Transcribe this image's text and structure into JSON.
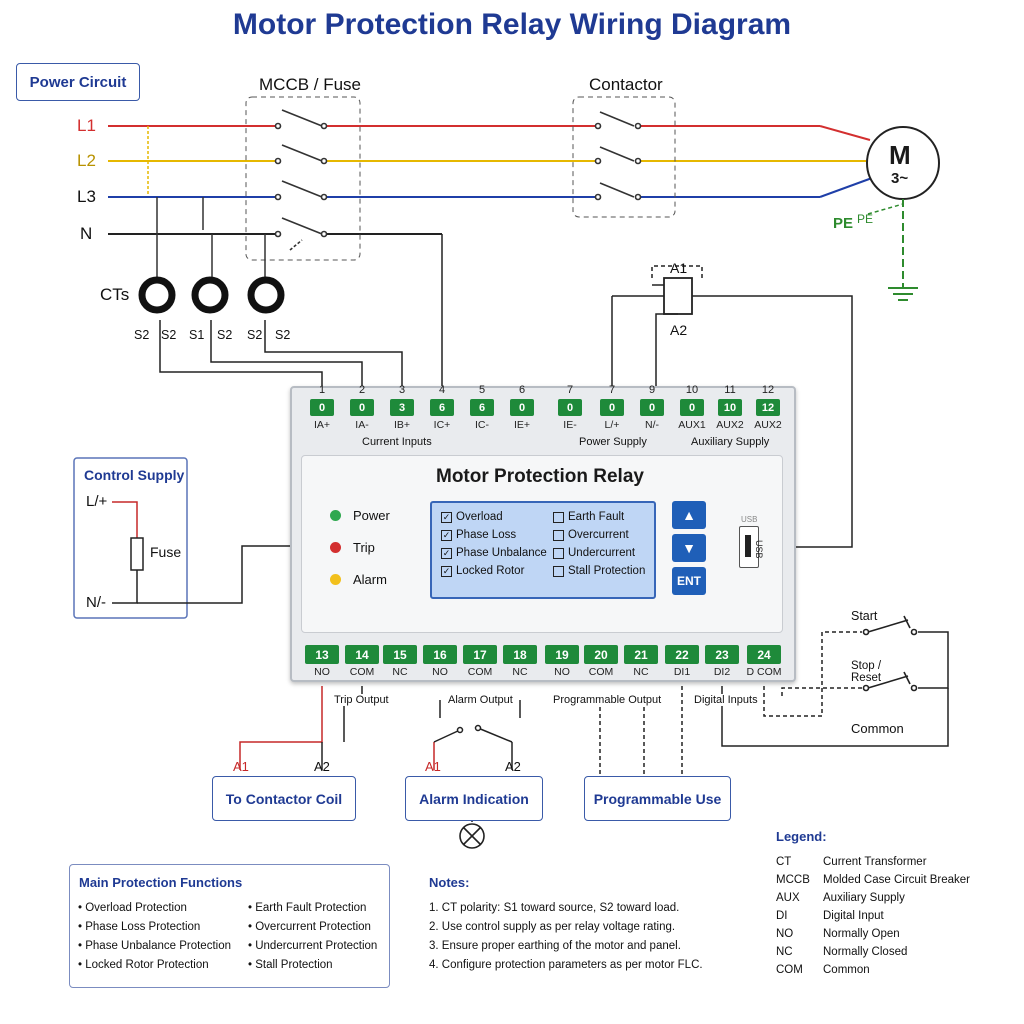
{
  "title": "Motor Protection Relay Wiring Diagram",
  "power_circuit_label": "Power Circuit",
  "mccb_label": "MCCB / Fuse",
  "contactor_label": "Contactor",
  "lines": [
    "L1",
    "L2",
    "L3",
    "N"
  ],
  "line_colors": {
    "L1": "#d32f2f",
    "L2": "#e6b800",
    "L3": "#1f3fa8",
    "N": "#222222",
    "PE": "#2e8b2e"
  },
  "motor": {
    "letter": "M",
    "phase": "3~"
  },
  "pe_label": "PE",
  "pe_small": "PE",
  "cts_label": "CTs",
  "ct_terminals": [
    "S2",
    "S2",
    "S1",
    "S2",
    "S2",
    "S2"
  ],
  "coil": {
    "a1": "A1",
    "a2": "A2"
  },
  "relay": {
    "name": "Motor Protection Relay",
    "top_numbers": [
      "1",
      "2",
      "3",
      "4",
      "5",
      "6",
      "7",
      "7",
      "9",
      "10",
      "11",
      "12"
    ],
    "top_glyphs": [
      "0",
      "0",
      "3",
      "6",
      "6",
      "0",
      "0",
      "0",
      "0",
      "0",
      "10",
      "12"
    ],
    "top_labels": [
      "IA+",
      "IA-",
      "IB+",
      "IC+",
      "IC-",
      "IE+",
      "IE-",
      "L/+",
      "N/-",
      "AUX1",
      "AUX2",
      "AUX2"
    ],
    "group_current": "Current Inputs",
    "group_power": "Power Supply",
    "group_aux": "Auxiliary Supply",
    "leds": [
      {
        "label": "Power",
        "color": "#2fa84f"
      },
      {
        "label": "Trip",
        "color": "#d32f2f"
      },
      {
        "label": "Alarm",
        "color": "#f2c01c"
      }
    ],
    "lcd_items_left": [
      "Overload",
      "Phase Loss",
      "Phase Unbalance",
      "Locked Rotor"
    ],
    "lcd_items_right": [
      "Earth Fault",
      "Overcurrent",
      "Undercurrent",
      "Stall Protection"
    ],
    "btn_up": "▲",
    "btn_down": "▼",
    "btn_ent": "ENT",
    "usb_label": "USB",
    "usb_side": "USB",
    "bottom_numbers": [
      "13",
      "14",
      "15",
      "16",
      "17",
      "18",
      "19",
      "20",
      "21",
      "22",
      "23",
      "24"
    ],
    "bottom_labels": [
      "NO",
      "COM",
      "NC",
      "NO",
      "COM",
      "NC",
      "NO",
      "COM",
      "NC",
      "DI1",
      "DI2",
      "D COM"
    ],
    "group_trip": "Trip Output",
    "group_alarm": "Alarm Output",
    "group_prog": "Programmable Output",
    "group_di": "Digital Inputs"
  },
  "control_supply": {
    "title": "Control Supply",
    "lplus": "L/+",
    "nminus": "N/-",
    "fuse": "Fuse"
  },
  "switches": {
    "start": "Start",
    "stop": "Stop /",
    "reset": "Reset",
    "common": "Common"
  },
  "outputs": {
    "a1": "A1",
    "a2": "A2",
    "contactor_coil": "To Contactor Coil",
    "alarm_indication": "Alarm Indication",
    "programmable_use": "Programmable Use"
  },
  "functions": {
    "title": "Main Protection Functions",
    "left": [
      "Overload Protection",
      "Phase Loss Protection",
      "Phase Unbalance Protection",
      "Locked Rotor Protection"
    ],
    "right": [
      "Earth Fault Protection",
      "Overcurrent Protection",
      "Undercurrent Protection",
      "Stall Protection"
    ]
  },
  "notes": {
    "title": "Notes:",
    "items": [
      "1. CT polarity: S1 toward source, S2 toward load.",
      "2. Use control supply as per relay voltage rating.",
      "3. Ensure proper earthing of the motor and panel.",
      "4. Configure protection parameters as per motor FLC."
    ]
  },
  "legend": {
    "title": "Legend:",
    "rows": [
      {
        "abbr": "CT",
        "desc": "Current Transformer"
      },
      {
        "abbr": "MCCB",
        "desc": "Molded Case Circuit Breaker"
      },
      {
        "abbr": "AUX",
        "desc": "Auxiliary Supply"
      },
      {
        "abbr": "DI",
        "desc": "Digital Input"
      },
      {
        "abbr": "NO",
        "desc": "Normally Open"
      },
      {
        "abbr": "NC",
        "desc": "Normally Closed"
      },
      {
        "abbr": "COM",
        "desc": "Common"
      }
    ]
  }
}
